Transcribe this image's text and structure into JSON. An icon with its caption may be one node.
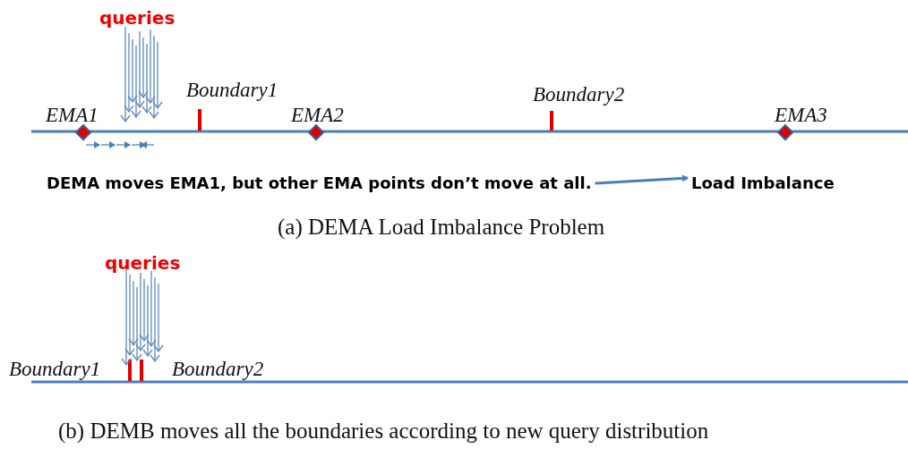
{
  "diagram": {
    "caption": "(b) DEMB moves all the boundaries according to new query distribution",
    "nodes": [
      {
        "text": [
          "DEMA moves EMA1, but other EMA points don’t move at all."
        ]
      },
      {
        "text": [
          "Load Imbalance"
        ]
      }
    ],
    "edges": [
      {
        "from": 0,
        "to": 1,
        "arrow": "to"
      }
    ],
    "labels": [
      "queries",
      "EMA1",
      "Boundary1",
      "EMA2",
      "Boundary2",
      "EMA3",
      "(a) DEMA Load Imbalance Problem",
      "queries",
      "Boundary1",
      "Boundary2"
    ]
  }
}
